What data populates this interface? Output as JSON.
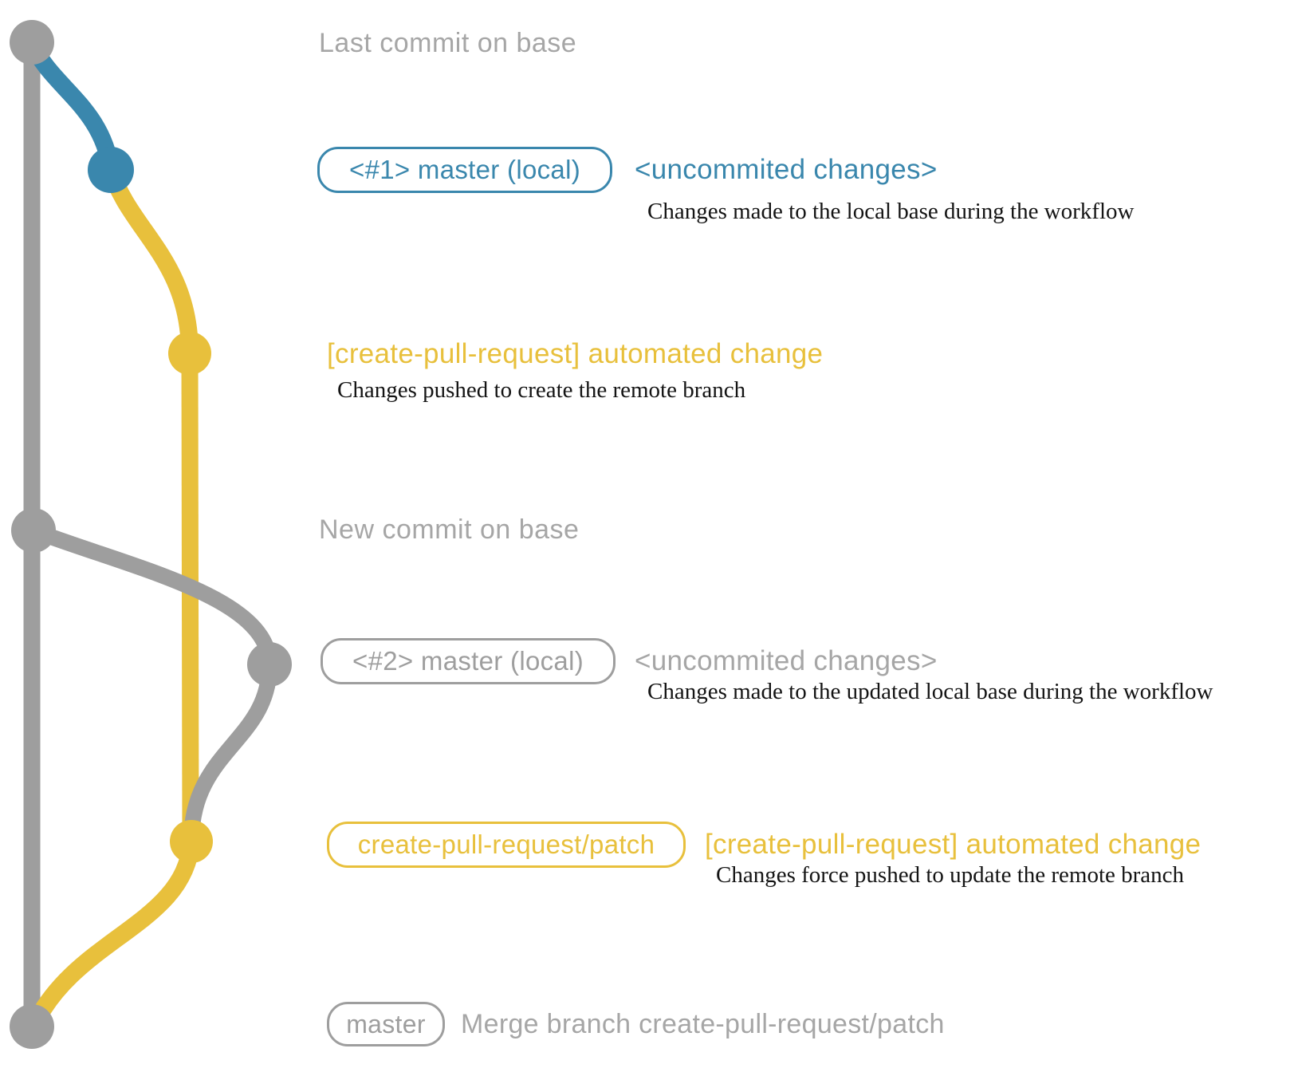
{
  "colors": {
    "gray": "#9e9e9e",
    "label_gray": "#a6a6a6",
    "blue": "#3a87ad",
    "yellow": "#e8c03c",
    "text_black": "#141414"
  },
  "rows": [
    {
      "label": "Last commit on base"
    },
    {
      "badge": "<#1> master (local)",
      "annotation": "<uncommited changes>",
      "description": "Changes made to the local base during the workflow"
    },
    {
      "annotation": "[create-pull-request] automated change",
      "description": "Changes pushed to create the remote branch"
    },
    {
      "label": "New commit on base"
    },
    {
      "badge": "<#2> master (local)",
      "annotation": "<uncommited changes>",
      "description": "Changes made to the updated local base during the workflow"
    },
    {
      "badge": "create-pull-request/patch",
      "annotation": "[create-pull-request] automated change",
      "description": "Changes force pushed to update the remote branch"
    },
    {
      "badge": "master",
      "annotation": "Merge branch create-pull-request/patch"
    }
  ]
}
